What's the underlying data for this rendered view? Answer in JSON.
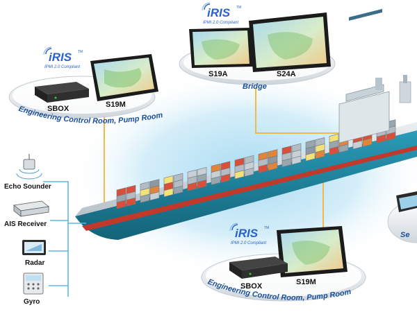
{
  "logo": {
    "brand": "iRIS",
    "trademark": "TM",
    "tagline": "IPMI 2.0 Compliant"
  },
  "stations": {
    "engine_top": {
      "devices": [
        "SBOX",
        "S19M"
      ],
      "location": "Engineering Control Room, Pump Room"
    },
    "bridge": {
      "devices": [
        "S19A",
        "S24A"
      ],
      "location": "Bridge"
    },
    "engine_bottom": {
      "devices": [
        "SBOX",
        "S19M"
      ],
      "location": "Engineering Control Room, Pump Room"
    },
    "right_partial": {
      "location": "Se"
    }
  },
  "sensors": [
    {
      "label": "Echo Sounder",
      "icon": "echo-sounder-icon"
    },
    {
      "label": "AIS Receiver",
      "icon": "ais-receiver-icon"
    },
    {
      "label": "Radar",
      "icon": "radar-icon"
    },
    {
      "label": "Gyro",
      "icon": "gyro-icon"
    }
  ],
  "colors": {
    "connector": "#f5b74a",
    "sensor_line": "#5cb8e6",
    "hull": "#1e7f9a",
    "hull_bottom": "#c0392b",
    "brand": "#2a62c9"
  }
}
